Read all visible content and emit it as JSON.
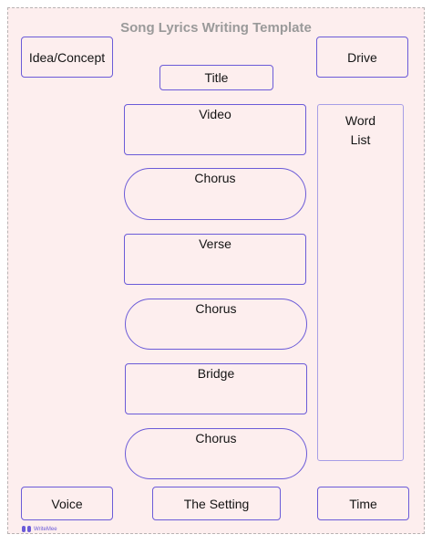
{
  "template": {
    "title": "Song Lyrics Writing Template",
    "boxes": {
      "idea_concept": "Idea/Concept",
      "drive": "Drive",
      "title": "Title",
      "video": "Video",
      "chorus_1": "Chorus",
      "verse": "Verse",
      "chorus_2": "Chorus",
      "bridge": "Bridge",
      "chorus_3": "Chorus",
      "word_list": "Word List",
      "voice": "Voice",
      "the_setting": "The Setting",
      "time": "Time"
    },
    "branding": {
      "logo_text": "WriteMee"
    }
  },
  "colors": {
    "page_background": "#fdeeee",
    "box_border": "#6b5bd8",
    "heading_text": "#9a9a9a",
    "body_text": "#141414"
  }
}
